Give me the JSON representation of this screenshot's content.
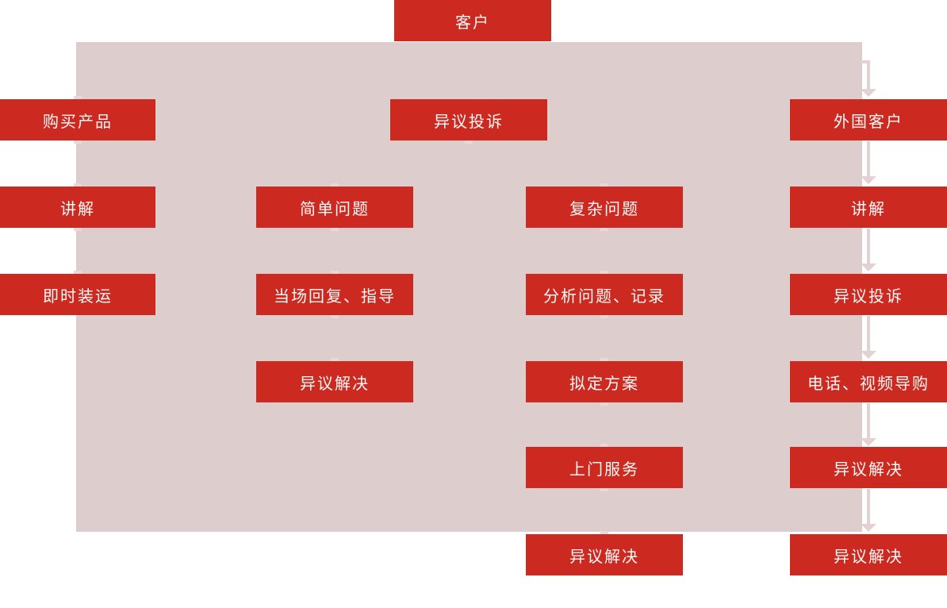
{
  "colors": {
    "node_red": "#CC2A20",
    "panel_pink": "#DECDCD",
    "arrow_pink": "#E4D2D2",
    "node_text": "#FBF8F8"
  },
  "nodes": {
    "customer": "客户",
    "complaint_center": "异议投诉",
    "purchase_flow": [
      "购买产品",
      "讲解",
      "即时装运"
    ],
    "simple_flow": [
      "简单问题",
      "当场回复、指导",
      "异议解决"
    ],
    "complex_flow": [
      "复杂问题",
      "分析问题、记录",
      "拟定方案",
      "上门服务",
      "异议解决"
    ],
    "foreign_flow": [
      "外国客户",
      "讲解",
      "异议投诉",
      "电话、视频导购",
      "异议解决",
      "异议解决"
    ]
  }
}
